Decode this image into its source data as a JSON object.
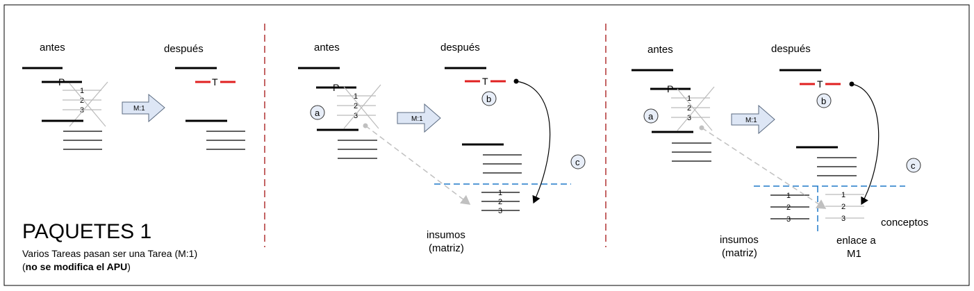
{
  "title": "PAQUETES 1",
  "subtitle_line1": "Varios Tareas pasan ser una Tarea (M:1)",
  "subtitle_line2_open": "(",
  "subtitle_line2_bold": "no se modifica el APU",
  "subtitle_line2_close": ")",
  "panel1": {
    "before_label": "antes",
    "after_label": "después",
    "p_label": "P",
    "t_label": "T",
    "item_numbers": [
      "1",
      "2",
      "3"
    ],
    "transform_label": "M:1"
  },
  "panel2": {
    "before_label": "antes",
    "after_label": "después",
    "p_label": "P",
    "t_label": "T",
    "item_numbers": [
      "1",
      "2",
      "3"
    ],
    "matrix_numbers": [
      "1",
      "2",
      "3"
    ],
    "transform_label": "M:1",
    "marker_a": "a",
    "marker_b": "b",
    "marker_c": "c",
    "insumos_line1": "insumos",
    "insumos_line2": "(matriz)"
  },
  "panel3": {
    "before_label": "antes",
    "after_label": "después",
    "p_label": "P",
    "t_label": "T",
    "item_numbers": [
      "1",
      "2",
      "3"
    ],
    "matrix_numbers": [
      "1",
      "2",
      "3"
    ],
    "concept_numbers": [
      "1",
      "2",
      "3"
    ],
    "transform_label": "M:1",
    "marker_a": "a",
    "marker_b": "b",
    "marker_c": "c",
    "insumos_line1": "insumos",
    "insumos_line2": "(matriz)",
    "link_line1": "enlace a",
    "link_line2": "M1",
    "concepts_label": "conceptos"
  },
  "colors": {
    "frame": "#000000",
    "task_line": "#000000",
    "new_task": "#e02020",
    "divider": "#b03030",
    "struck": "#bbbbbb",
    "dashed_link": "#c0c0c0",
    "matrix_divider": "#1f78c8",
    "arrow_fill": "#dde6f5",
    "arrow_stroke": "#5a6a80"
  }
}
